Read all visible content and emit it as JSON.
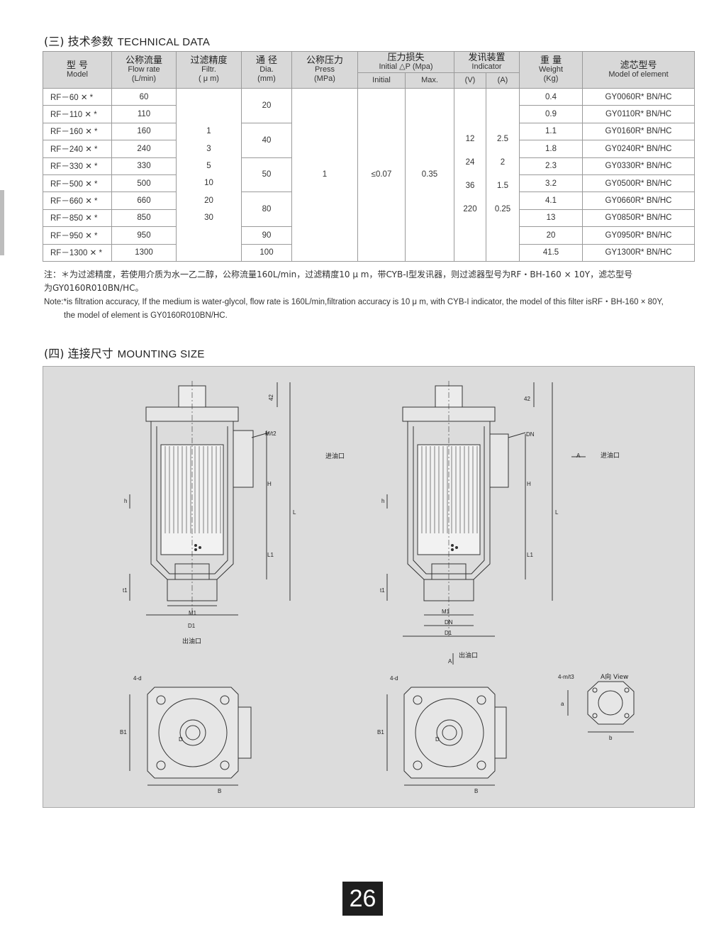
{
  "section3": {
    "zh": "(三) 技术参数",
    "en": "TECHNICAL DATA"
  },
  "table": {
    "headers": {
      "model": {
        "zh": "型 号",
        "en": "Model"
      },
      "flow": {
        "zh": "公称流量",
        "en": "Flow rate",
        "unit": "(L/min)"
      },
      "filtr": {
        "zh": "过滤精度",
        "en": "Filtr.",
        "unit": "( μ m)"
      },
      "dia": {
        "zh": "通 径",
        "en": "Dia.",
        "unit": "(mm)"
      },
      "press": {
        "zh": "公称压力",
        "en": "Press",
        "unit": "(MPa)"
      },
      "loss": {
        "zh": "压力损失",
        "en": "Initial △P (Mpa)",
        "initial": "Initial",
        "max": "Max."
      },
      "indicator": {
        "zh": "发讯装置",
        "en": "Indicator",
        "v": "(V)",
        "a": "(A)"
      },
      "weight": {
        "zh": "重 量",
        "en": "Weight",
        "unit": "(Kg)"
      },
      "element": {
        "zh": "滤芯型号",
        "en": "Model of element"
      }
    },
    "rows": [
      {
        "model": "RF－60 ✕ *",
        "flow": "60",
        "weight": "0.4",
        "element": "GY0060R* BN/HC"
      },
      {
        "model": "RF－110 ✕ *",
        "flow": "110",
        "weight": "0.9",
        "element": "GY0110R* BN/HC"
      },
      {
        "model": "RF－160 ✕ *",
        "flow": "160",
        "weight": "1.1",
        "element": "GY0160R* BN/HC"
      },
      {
        "model": "RF－240 ✕ *",
        "flow": "240",
        "weight": "1.8",
        "element": "GY0240R* BN/HC"
      },
      {
        "model": "RF－330 ✕ *",
        "flow": "330",
        "weight": "2.3",
        "element": "GY0330R* BN/HC"
      },
      {
        "model": "RF－500 ✕ *",
        "flow": "500",
        "weight": "3.2",
        "element": "GY0500R* BN/HC"
      },
      {
        "model": "RF－660 ✕ *",
        "flow": "660",
        "weight": "4.1",
        "element": "GY0660R* BN/HC"
      },
      {
        "model": "RF－850 ✕ *",
        "flow": "850",
        "weight": "13",
        "element": "GY0850R* BN/HC"
      },
      {
        "model": "RF－950 ✕ *",
        "flow": "950",
        "weight": "20",
        "element": "GY0950R* BN/HC"
      },
      {
        "model": "RF－1300 ✕ *",
        "flow": "1300",
        "weight": "41.5",
        "element": "GY1300R* BN/HC"
      }
    ],
    "filtr_values": [
      "1",
      "3",
      "5",
      "10",
      "20",
      "30"
    ],
    "dia_values": [
      "20",
      "40",
      "50",
      "80",
      "90",
      "100"
    ],
    "press_value": "1",
    "initial_value": "≤0.07",
    "max_value": "0.35",
    "volt_values": [
      "12",
      "24",
      "36",
      "220"
    ],
    "amp_values": [
      "2.5",
      "2",
      "1.5",
      "0.25"
    ]
  },
  "note_zh_1": "注：＊为过滤精度，若使用介质为水一乙二醇，公称流量160L/min，过滤精度10 μ m，带CYB-I型发讯器，则过滤器型号为RF・BH-160 × 10Y，滤芯型号",
  "note_zh_2": "为GY0160R010BN/HC。",
  "note_en_1": "Note:*is filtration accuracy, If the medium is water-glycol, flow rate is 160L/min,filtration accuracy is 10 μ m, with CYB-I indicator, the model of this  filter isRF・BH-160 × 80Y,",
  "note_en_2": "the model of element is GY0160R010BN/HC.",
  "section4": {
    "zh": "(四) 连接尺寸",
    "en": "MOUNTING SIZE"
  },
  "drawing": {
    "inlet": "进油口",
    "outlet": "出油口",
    "dims": {
      "d42": "42",
      "h": "h",
      "H": "H",
      "L": "L",
      "L1": "L1",
      "t1": "t1",
      "M1": "M1",
      "D1": "D1",
      "DN": "DN",
      "Mt2": "M/t2",
      "A": "A",
      "d4": "4-d",
      "B1": "B1",
      "B": "B",
      "D": "D",
      "m4t3": "4-m/t3",
      "a": "a",
      "b": "b"
    },
    "aview": "A向 View"
  },
  "page_number": "26"
}
